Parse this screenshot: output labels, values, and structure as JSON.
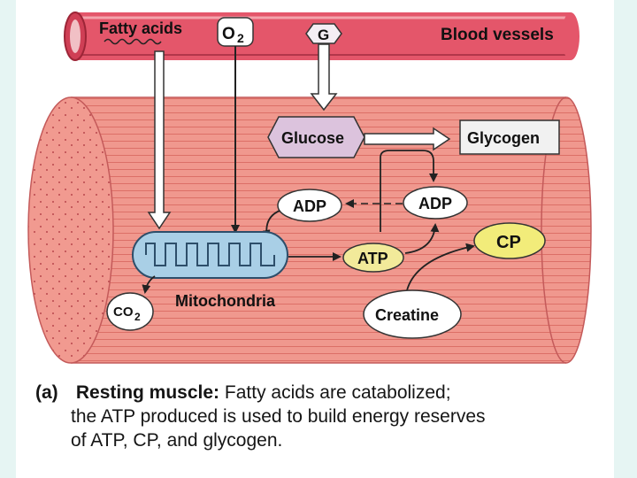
{
  "diagram": {
    "labels": {
      "fatty_acids": "Fatty acids",
      "oxygen": "O",
      "oxygen_sub": "2",
      "glucose_tag": "G",
      "blood_vessels": "Blood vessels",
      "glucose": "Glucose",
      "glycogen": "Glycogen",
      "adp_left": "ADP",
      "adp_right": "ADP",
      "atp": "ATP",
      "cp": "CP",
      "creatine": "Creatine",
      "mitochondria": "Mitochondria",
      "co2": "CO",
      "co2_sub": "2"
    },
    "colors": {
      "vessel": "#e4566a",
      "muscle": "#f0988e",
      "mitochondria": "#a9cfe6",
      "glucose_box": "#dcc3dd",
      "atp_fill": "#f2ea9a",
      "cp_fill": "#f2ec7a",
      "background": "#e6f5f3"
    }
  },
  "caption": {
    "tag": "(a)",
    "title": "Resting muscle:",
    "line1_rest": "Fatty acids are catabolized;",
    "line2": "the ATP produced is used to build energy reserves",
    "line3": "of ATP, CP, and glycogen."
  }
}
